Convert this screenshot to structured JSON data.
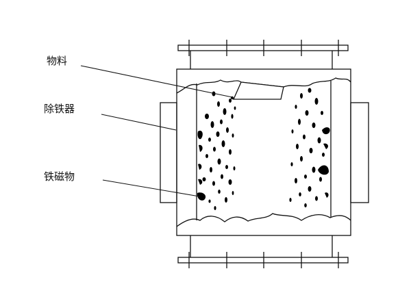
{
  "labels": {
    "material": "物料",
    "iron_remover": "除铁器",
    "ferromagnetic": "铁磁物"
  },
  "colors": {
    "line": "#111111",
    "background": "#ffffff",
    "particle": "#000000"
  }
}
